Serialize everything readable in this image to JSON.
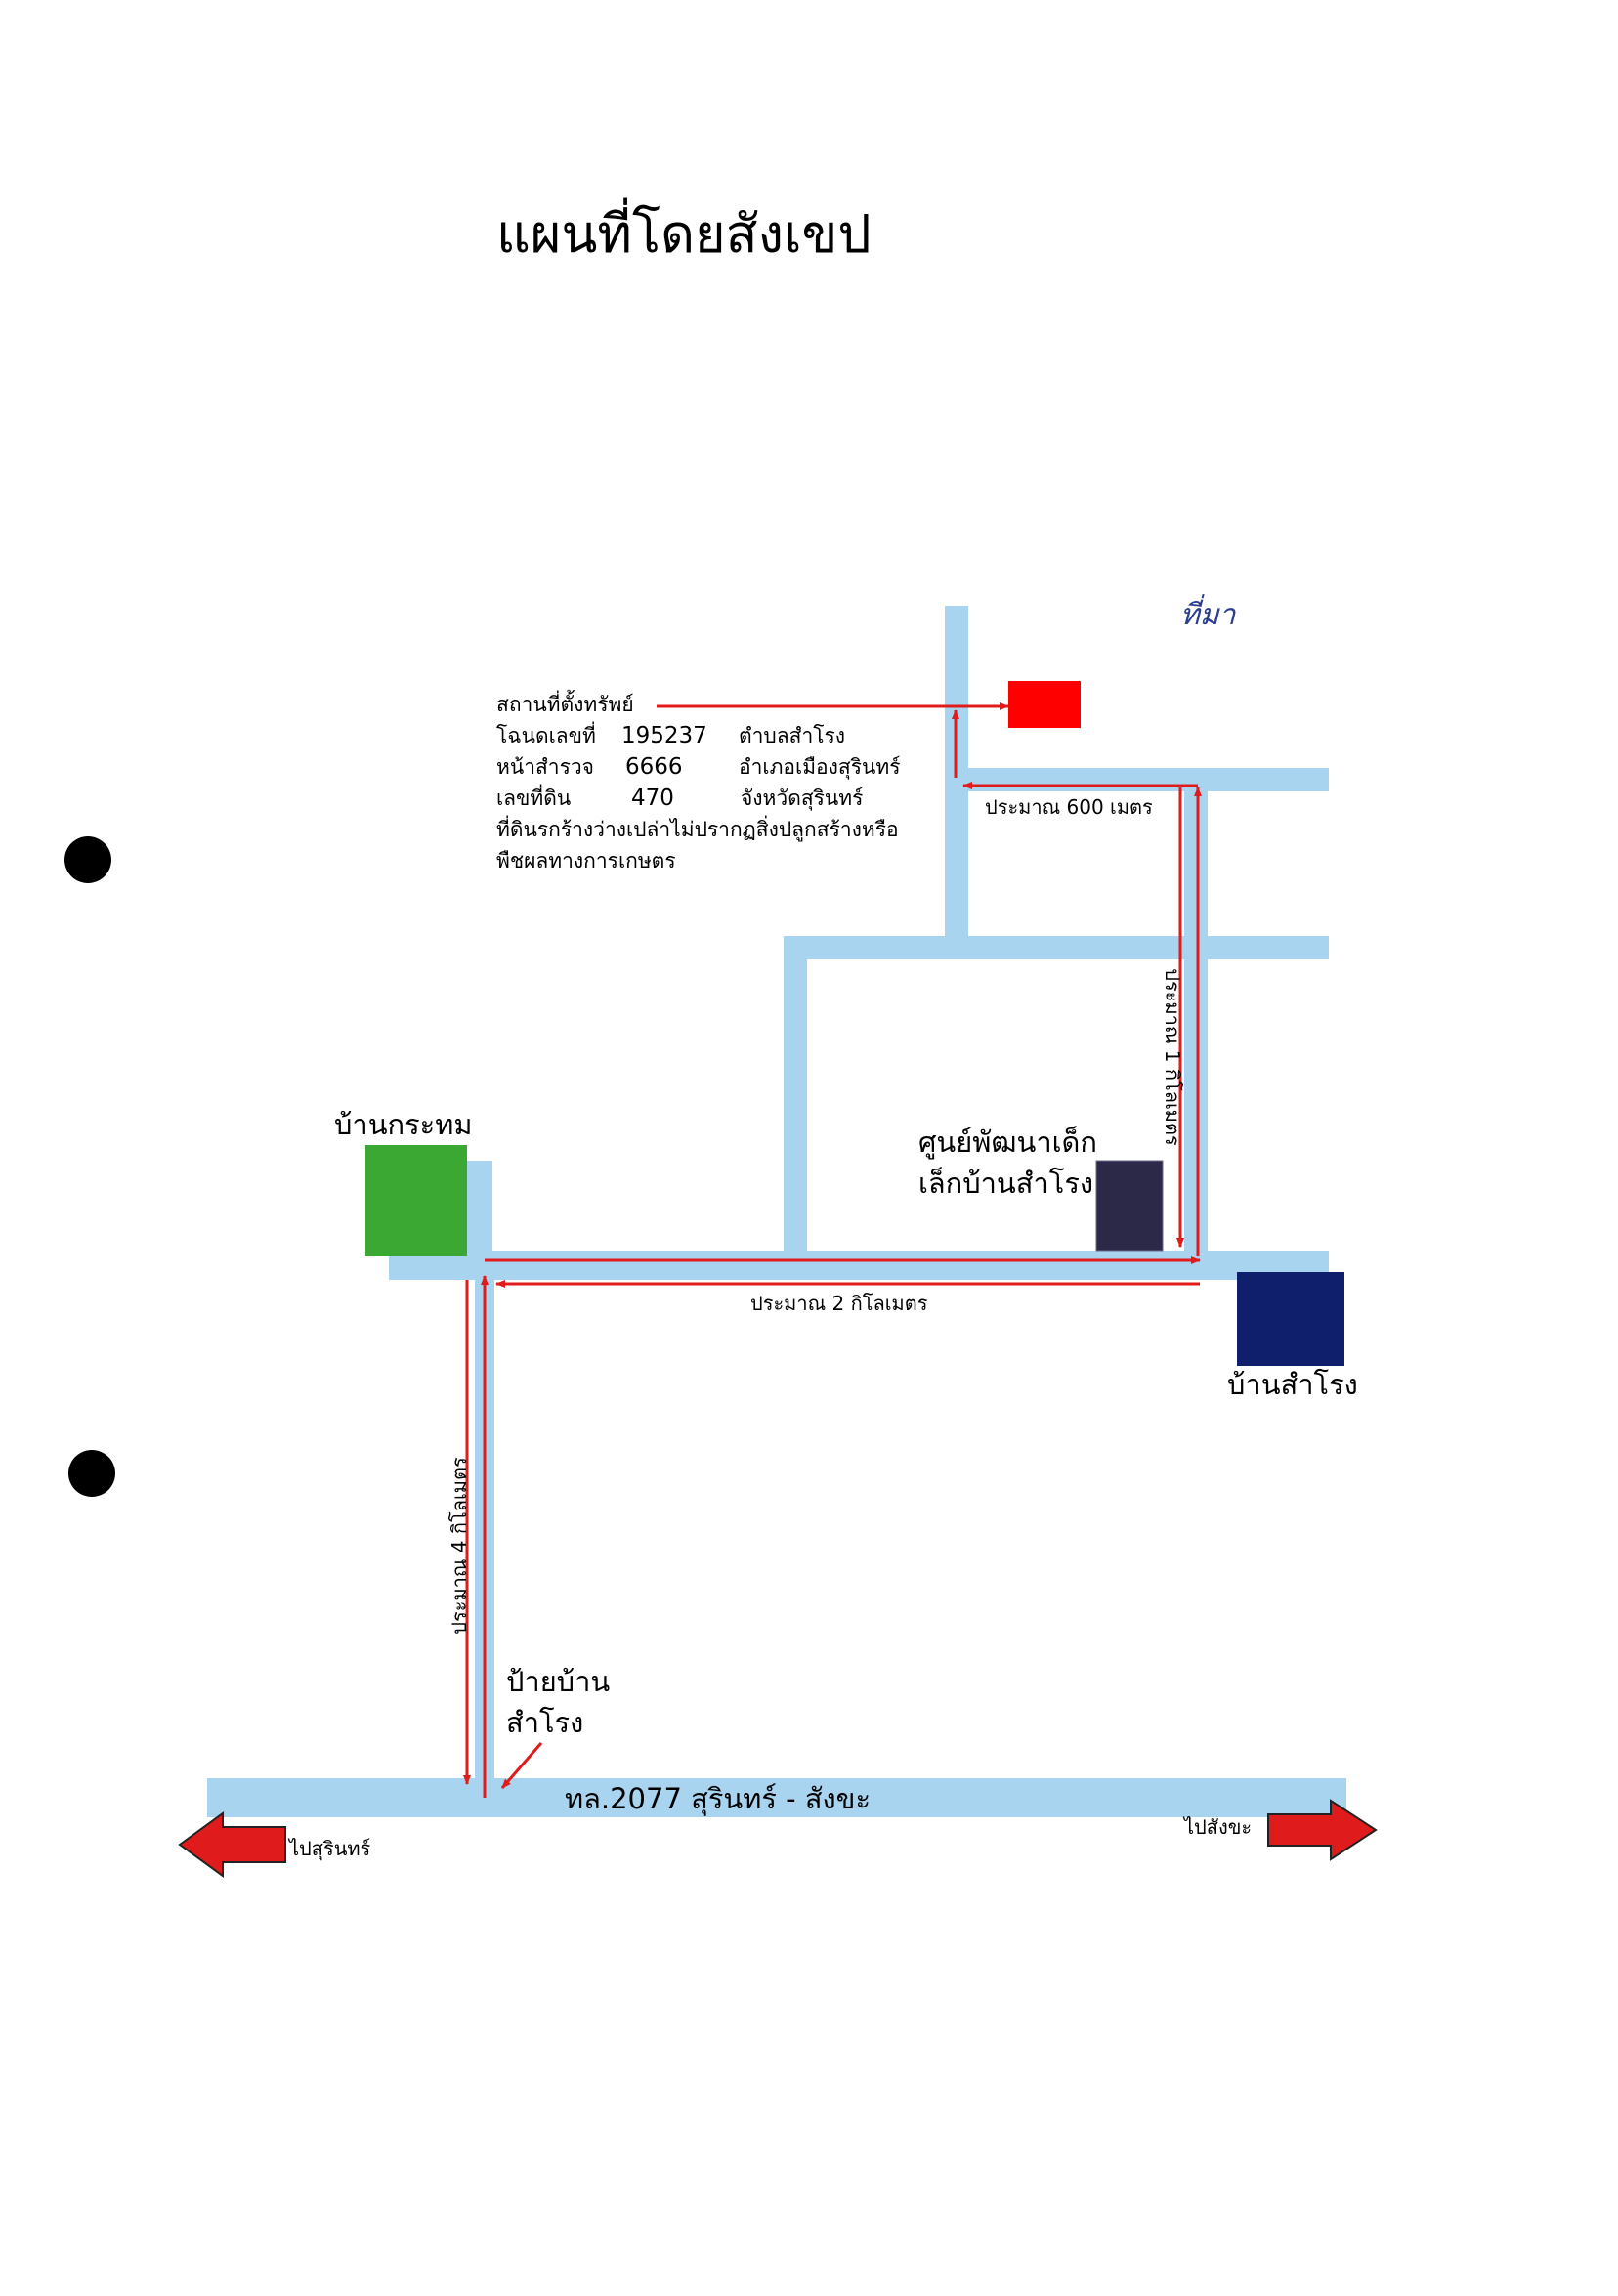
{
  "title": "แผนที่โดยสังเขป",
  "handwritten_note": "ที่มา",
  "property_info": {
    "heading": "สถานที่ตั้งทรัพย์",
    "deed_label": "โฉนดเลขที่",
    "deed_no": "195237",
    "subdistrict": "ตำบลสำโรง",
    "survey_label": "หน้าสำรวจ",
    "survey_no": "6666",
    "district": "อำเภอเมืองสุรินทร์",
    "land_label": "เลขที่ดิน",
    "land_no": "470",
    "province": "จังหวัดสุรินทร์",
    "desc_line1": "ที่ดินรกร้างว่างเปล่าไม่ปรากฏสิ่งปลูกสร้างหรือ",
    "desc_line2": "พืชผลทางการเกษตร"
  },
  "places": {
    "ban_krathom": "บ้านกระทม",
    "child_center_line1": "ศูนย์พัฒนาเด็ก",
    "child_center_line2": "เล็กบ้านสำโรง",
    "ban_samrong": "บ้านสำโรง",
    "sign_line1": "ป้ายบ้าน",
    "sign_line2": "สำโรง"
  },
  "distances": {
    "d600": "ประมาณ 600 เมตร",
    "d1km": "ประมาณ 1 กิโลเมตร",
    "d2km": "ประมาณ 2 กิโลเมตร",
    "d4km": "ประมาณ 4 กิโลเมตร"
  },
  "highway": {
    "name": "ทล.2077 สุรินทร์ - สังขะ",
    "to_left": "ไปสุรินทร์",
    "to_right": "ไปสังขะ"
  },
  "colors": {
    "road": "#a8d4f0",
    "route": "#e01b1b",
    "property": "#ff0000",
    "ban_krathom": "#3aa832",
    "child_center": "#2b2848",
    "ban_samrong": "#0f1f6b"
  }
}
